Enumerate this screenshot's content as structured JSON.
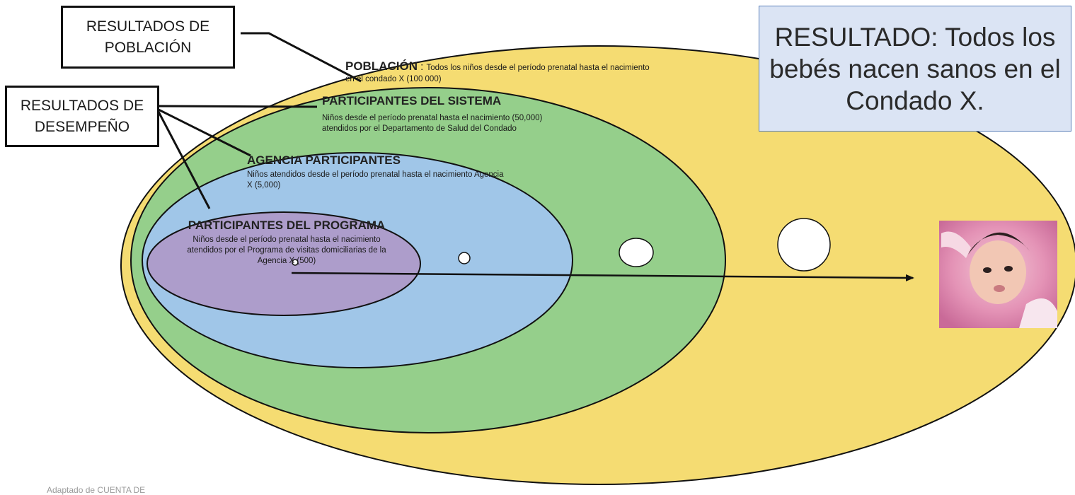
{
  "labels": {
    "population_results": "RESULTADOS DE POBLACIÓN",
    "performance_results": "RESULTADOS DE DESEMPEÑO"
  },
  "result": "RESULTADO: Todos los bebés nacen sanos en el Condado X.",
  "rings": {
    "population": {
      "title": "POBLACIÓN",
      "sep": " : ",
      "text1": "Todos los niños desde el período prenatal hasta el nacimiento",
      "text2": "en el condado X (100 000)"
    },
    "system": {
      "title": "PARTICIPANTES DEL SISTEMA",
      "text1": "Niños desde el período prenatal hasta el nacimiento (50,000)",
      "text2": "atendidos por el Departamento de Salud del Condado"
    },
    "agency": {
      "title": "AGENCIA PARTICIPANTES",
      "text1": "Niños atendidos desde el período prenatal hasta el nacimiento Agencia",
      "text2": "X (5,000)"
    },
    "program": {
      "title": "PARTICIPANTES DEL PROGRAMA",
      "text1": "Niños desde el período prenatal hasta el nacimiento",
      "text2": "atendidos por el Programa de visitas domiciliarias de la",
      "text3": "Agencia X (500)"
    }
  },
  "footer": "Adaptado de CUENTA DE",
  "colors": {
    "population": "#f5dc72",
    "system": "#95cf8b",
    "agency": "#a0c6e8",
    "program": "#ad9dcb",
    "result_box": "#dbe4f4"
  }
}
